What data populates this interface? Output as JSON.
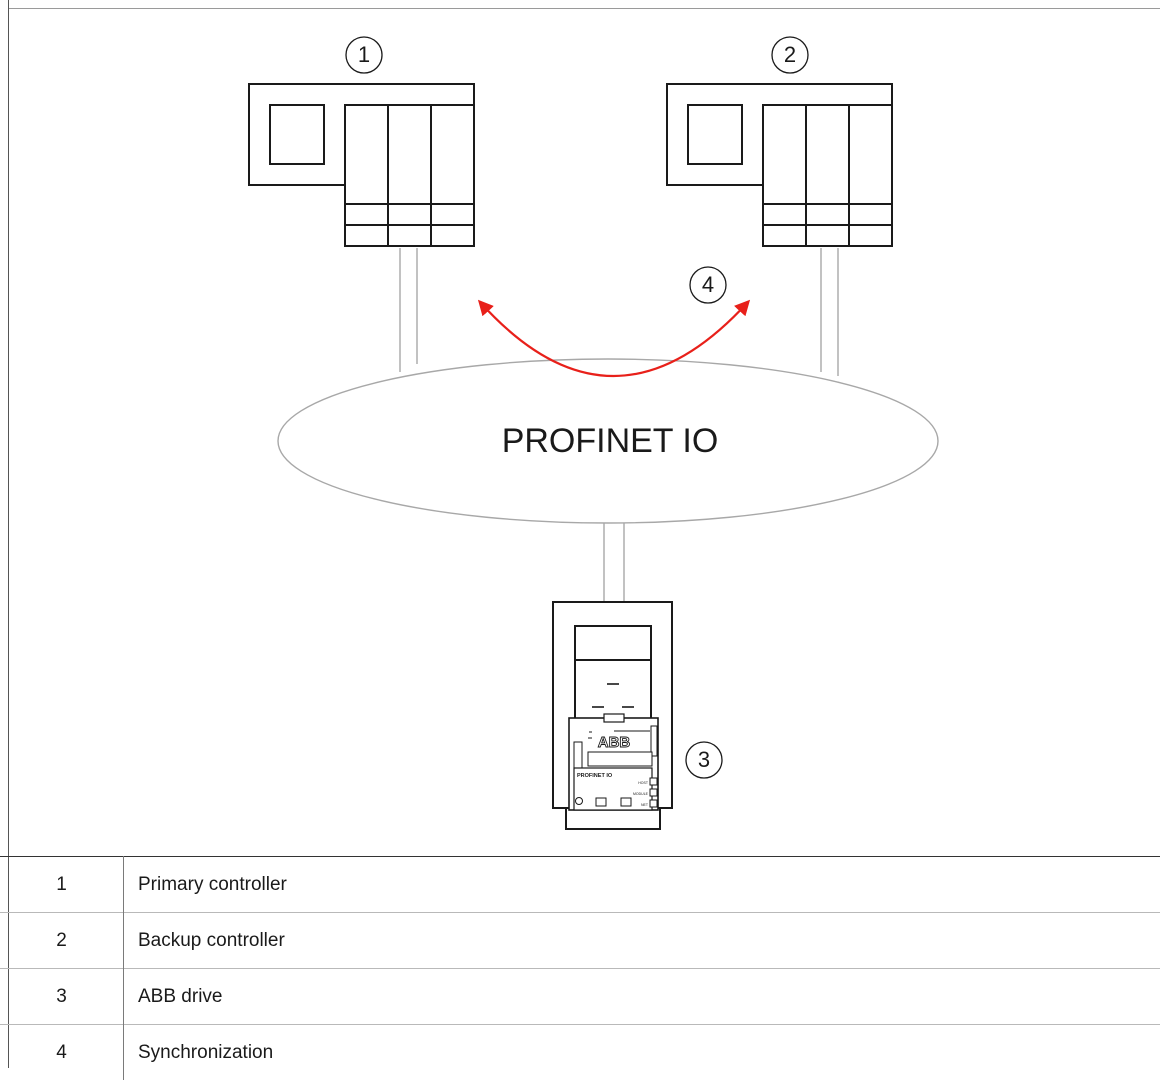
{
  "diagram": {
    "callouts": [
      "1",
      "2",
      "3",
      "4"
    ],
    "network_label": "PROFINET IO",
    "drive_logo": "ABB",
    "drive_module_label": "PROFINET IO",
    "drive_led_labels": [
      "HOST",
      "MODULE",
      "NET"
    ],
    "sync_arrow_color": "#e8201a"
  },
  "legend": {
    "rows": [
      {
        "num": "1",
        "desc": "Primary controller"
      },
      {
        "num": "2",
        "desc": "Backup controller"
      },
      {
        "num": "3",
        "desc": "ABB drive"
      },
      {
        "num": "4",
        "desc": "Synchronization"
      }
    ]
  }
}
